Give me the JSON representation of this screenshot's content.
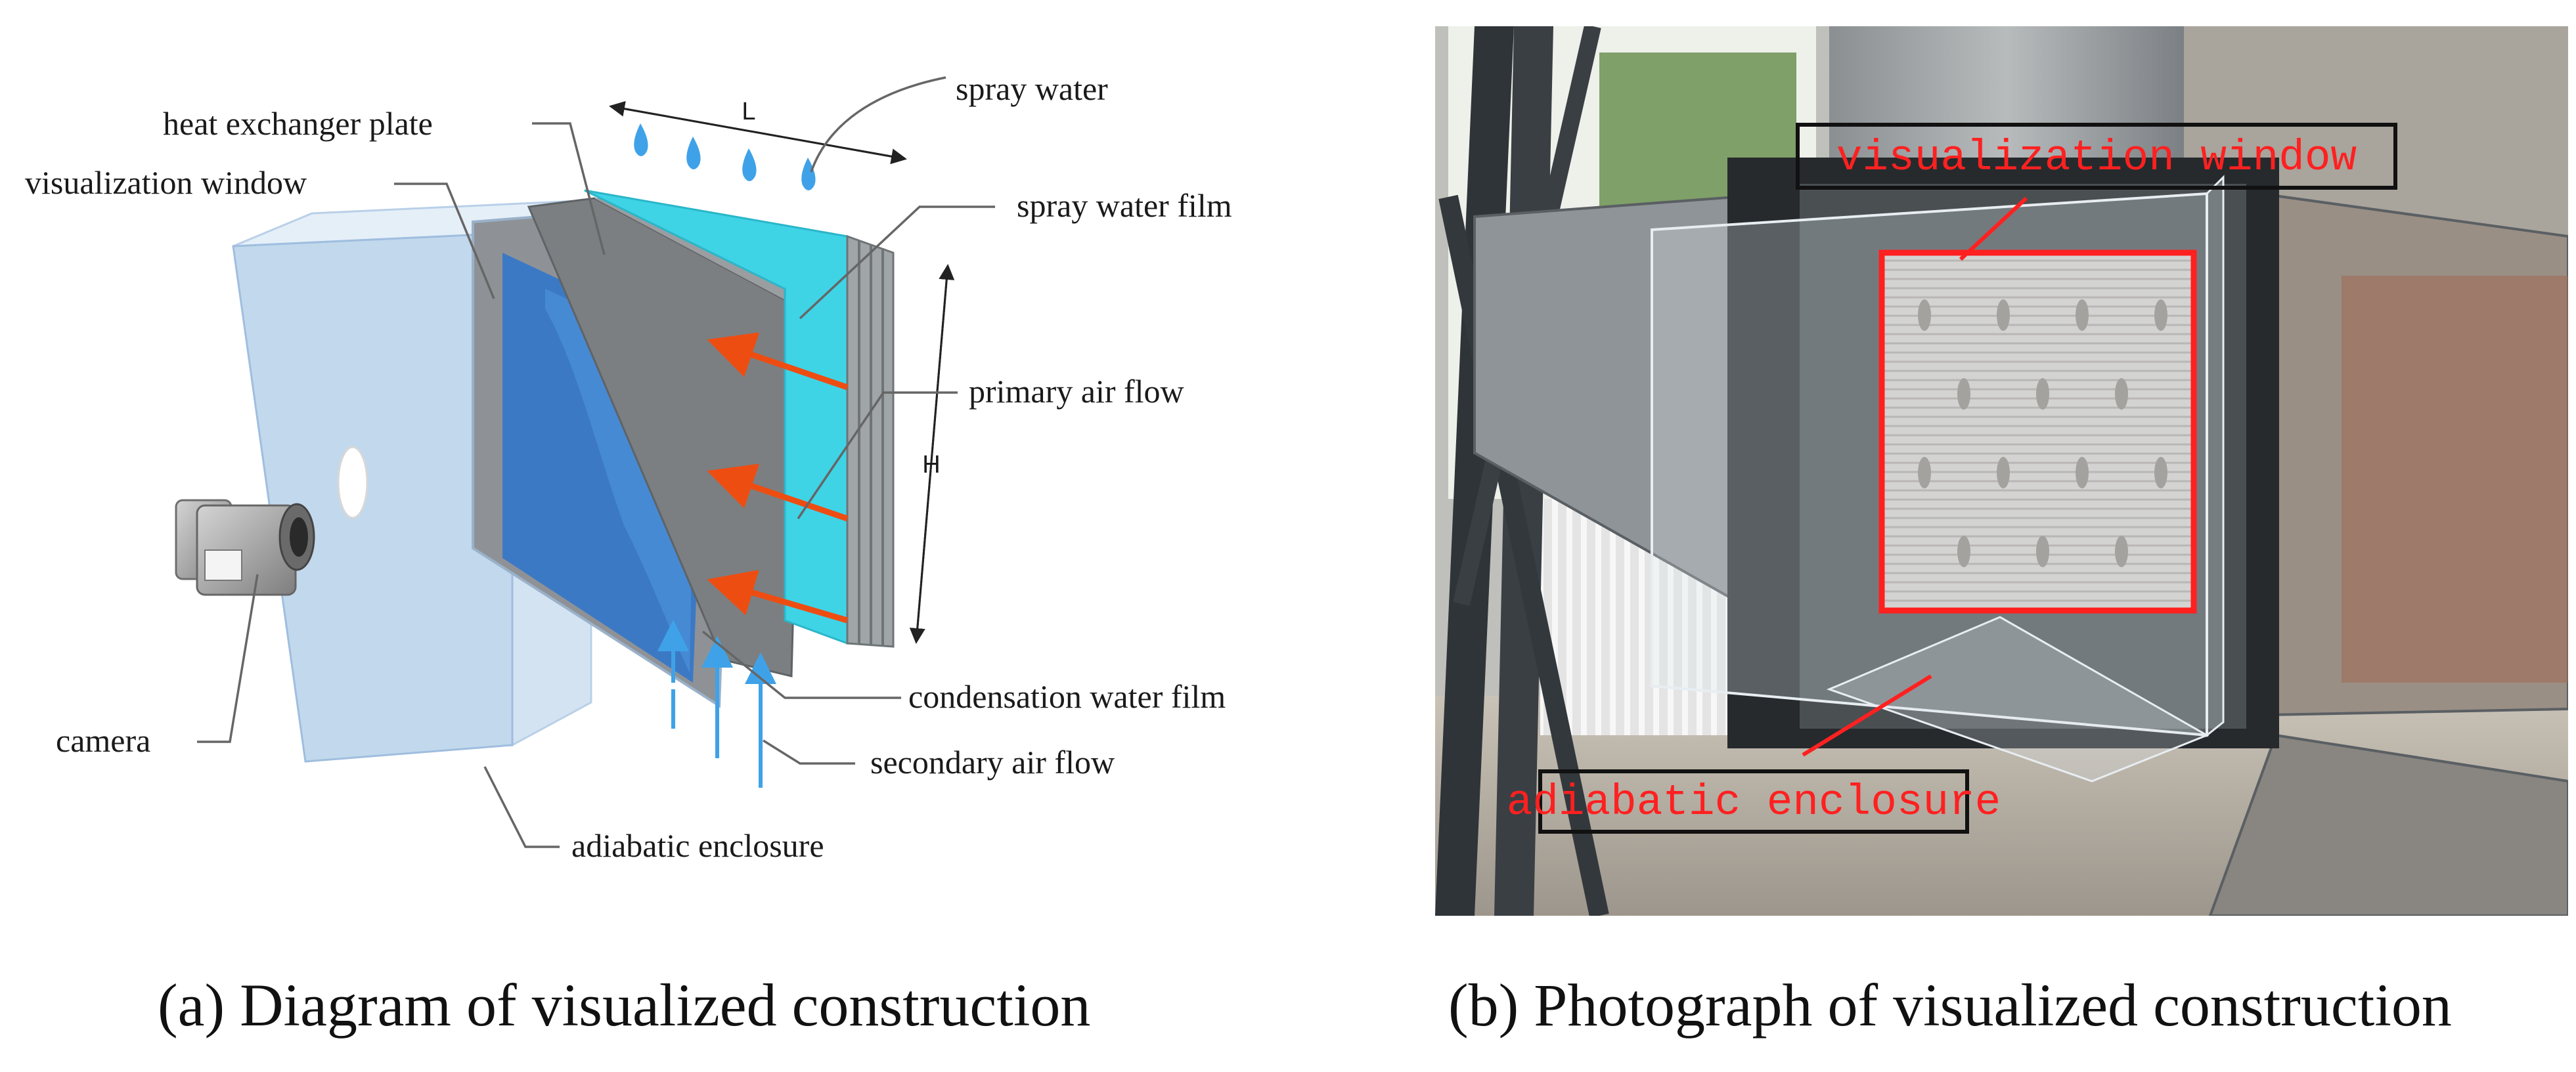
{
  "diagram_a": {
    "labels": {
      "heat_exchanger_plate": "heat exchanger plate",
      "visualization_window": "visualization window",
      "spray_water": "spray water",
      "spray_water_film": "spray water film",
      "primary_air_flow": "primary air flow",
      "condensation_water_film": "condensation water film",
      "secondary_air_flow": "secondary air flow",
      "camera": "camera",
      "adiabatic_enclosure": "adiabatic enclosure"
    },
    "dimensions": {
      "length": "L",
      "height": "H"
    },
    "caption": "(a) Diagram of visualized construction"
  },
  "photo_b": {
    "labels": {
      "visualization_window": "visualization window",
      "adiabatic_enclosure": "adiabatic enclosure"
    },
    "caption": "(b) Photograph of visualized construction"
  },
  "colors": {
    "water_cyan": "#3fd3e6",
    "window_blue": "#2e74cc",
    "primary_air_arrow": "#ee4d12",
    "secondary_air_arrow": "#3fa2e8",
    "enclosure_glass": "#aecbe6",
    "annotation_red": "#ff2020"
  }
}
